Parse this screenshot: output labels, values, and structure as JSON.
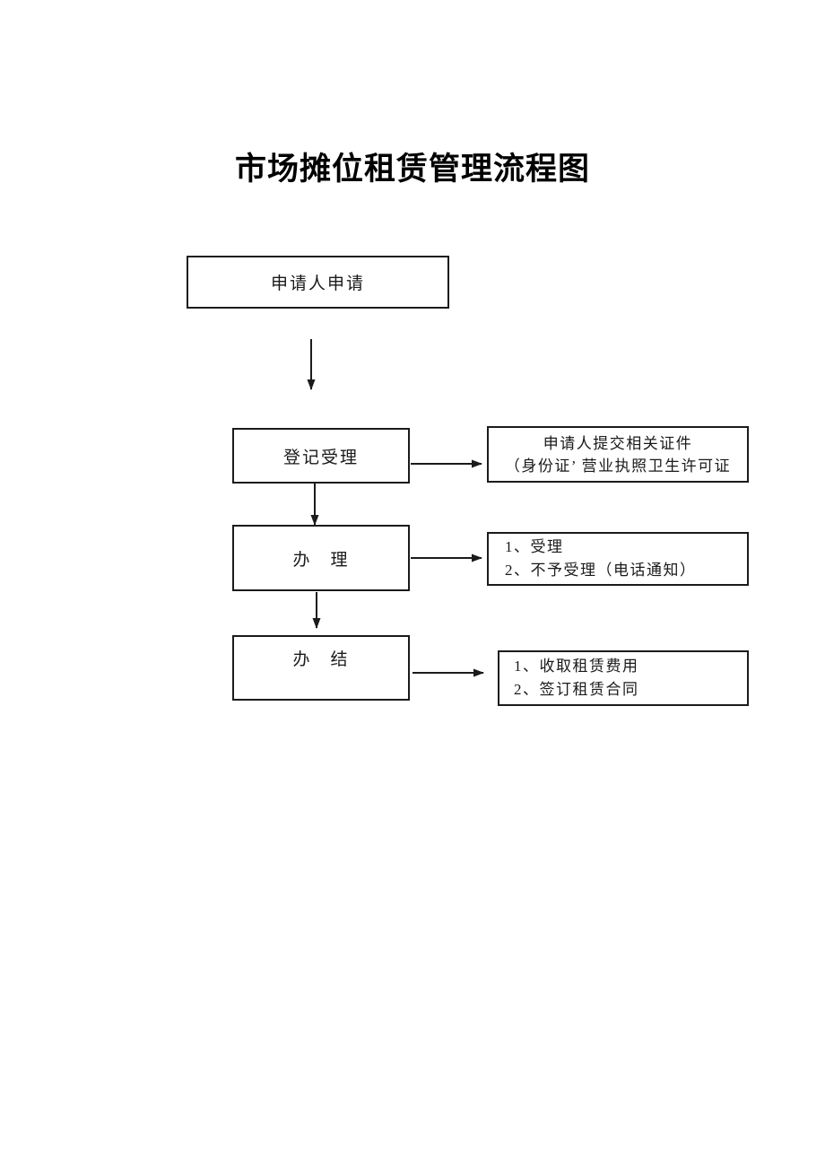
{
  "page": {
    "background_color": "#ffffff",
    "ink_color": "#1b1b1b"
  },
  "title": "市场摊位租赁管理流程图",
  "flowchart": {
    "nodes": [
      {
        "id": "apply",
        "label": "申请人申请"
      },
      {
        "id": "register",
        "label": "登记受理"
      },
      {
        "id": "process",
        "label": "办　理"
      },
      {
        "id": "complete",
        "label": "办　结"
      }
    ],
    "side_notes": [
      {
        "id": "documents",
        "lines": [
          "申请人提交相关证件",
          "（身份证’ 营业执照卫生许可证"
        ]
      },
      {
        "id": "outcomes",
        "lines": [
          "1、受理",
          "2、不予受理（电话通知）"
        ]
      },
      {
        "id": "actions",
        "lines": [
          "1、收取租赁费用",
          "2、签订租赁合同"
        ]
      }
    ],
    "connectors": [
      "apply→register",
      "register→process",
      "process→complete",
      "register→documents",
      "process→outcomes",
      "complete→actions"
    ]
  }
}
